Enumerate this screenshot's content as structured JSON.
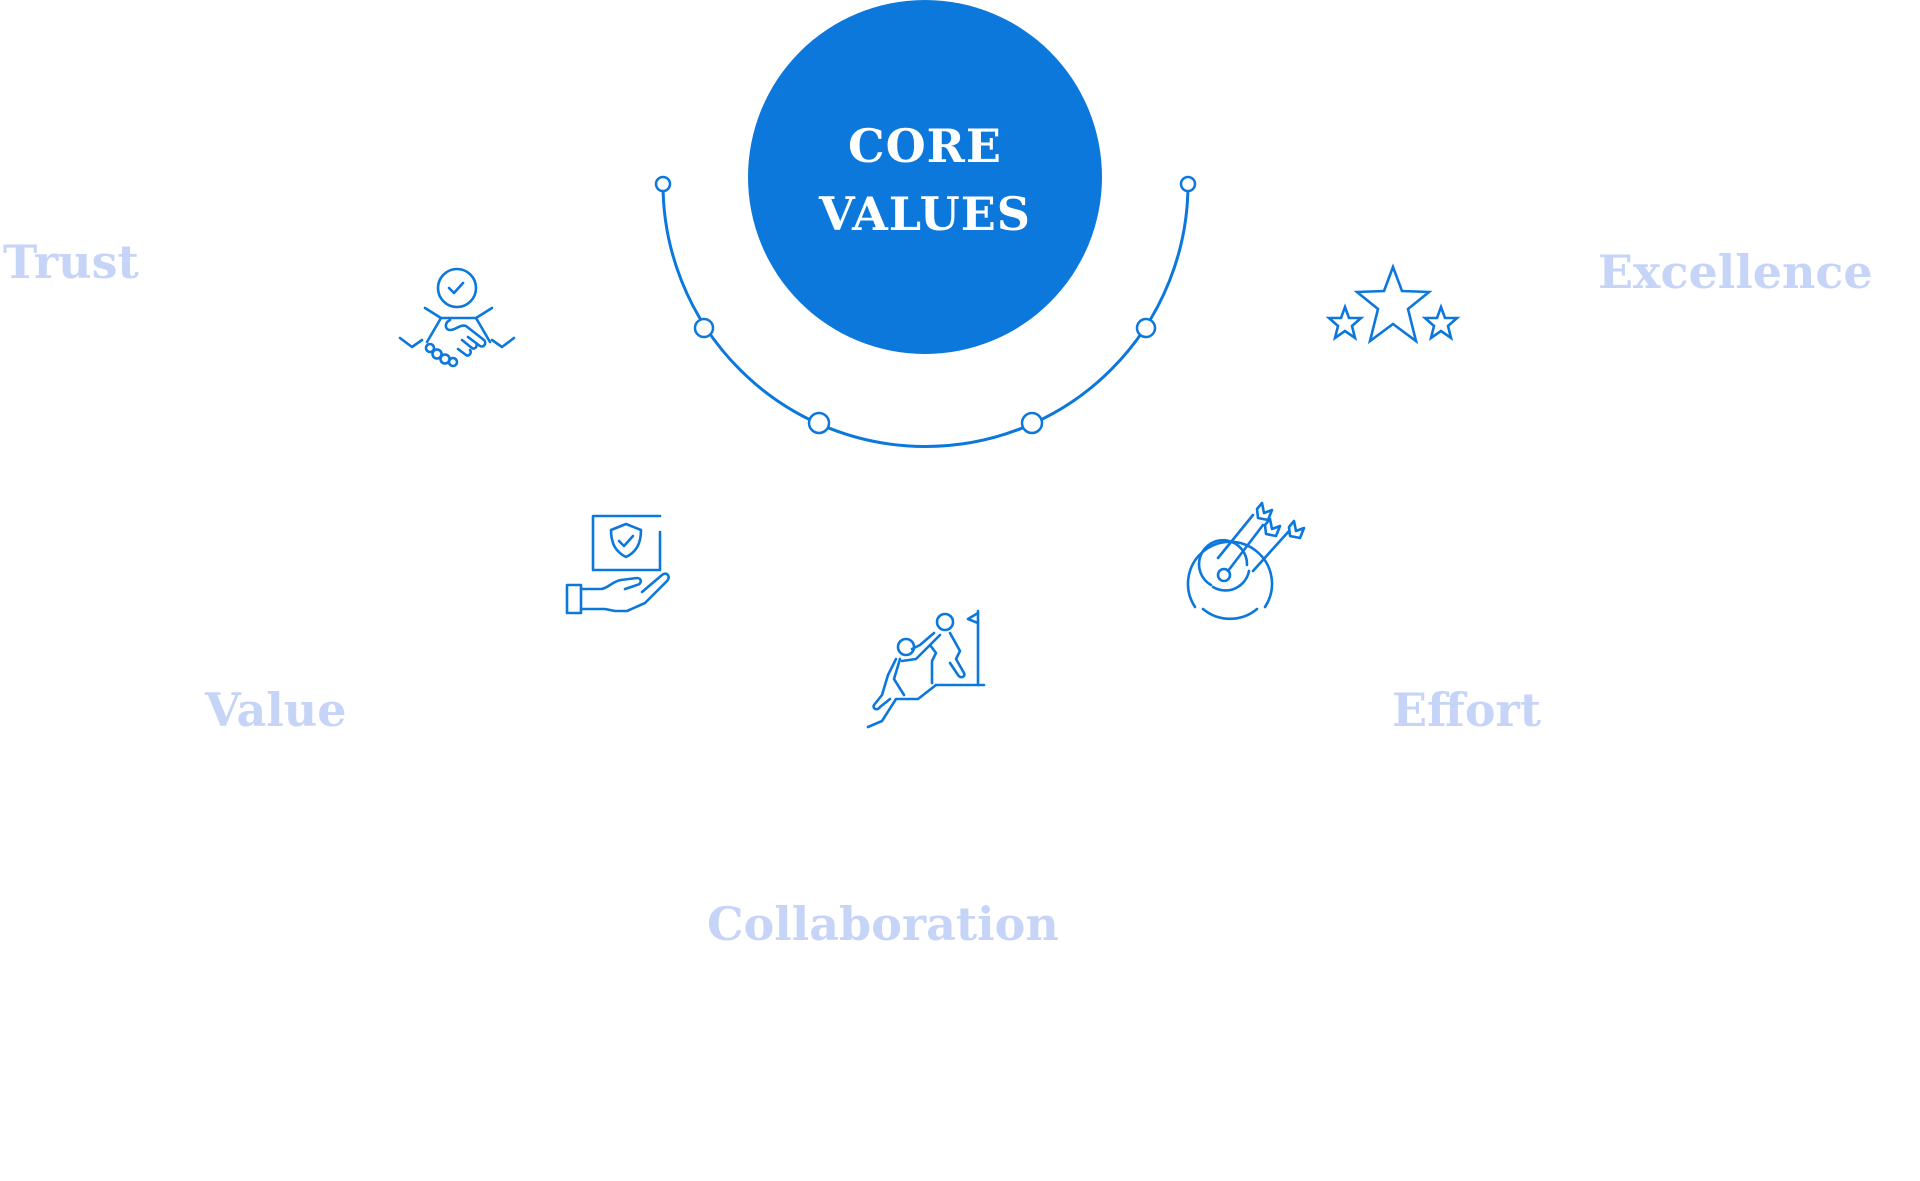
{
  "colors": {
    "accent": "#0c78dc",
    "label": "#c6d4f7",
    "background": "#ffffff",
    "core_text": "#ffffff"
  },
  "core": {
    "line1": "CORE",
    "line2": "VALUES"
  },
  "values": [
    {
      "label": "Trust",
      "icon": "handshake-check-icon"
    },
    {
      "label": "Value",
      "icon": "hand-shield-icon"
    },
    {
      "label": "Collaboration",
      "icon": "climbing-help-icon"
    },
    {
      "label": "Effort",
      "icon": "target-arrows-icon"
    },
    {
      "label": "Excellence",
      "icon": "three-stars-icon"
    }
  ],
  "arc": {
    "nodes": 6
  }
}
